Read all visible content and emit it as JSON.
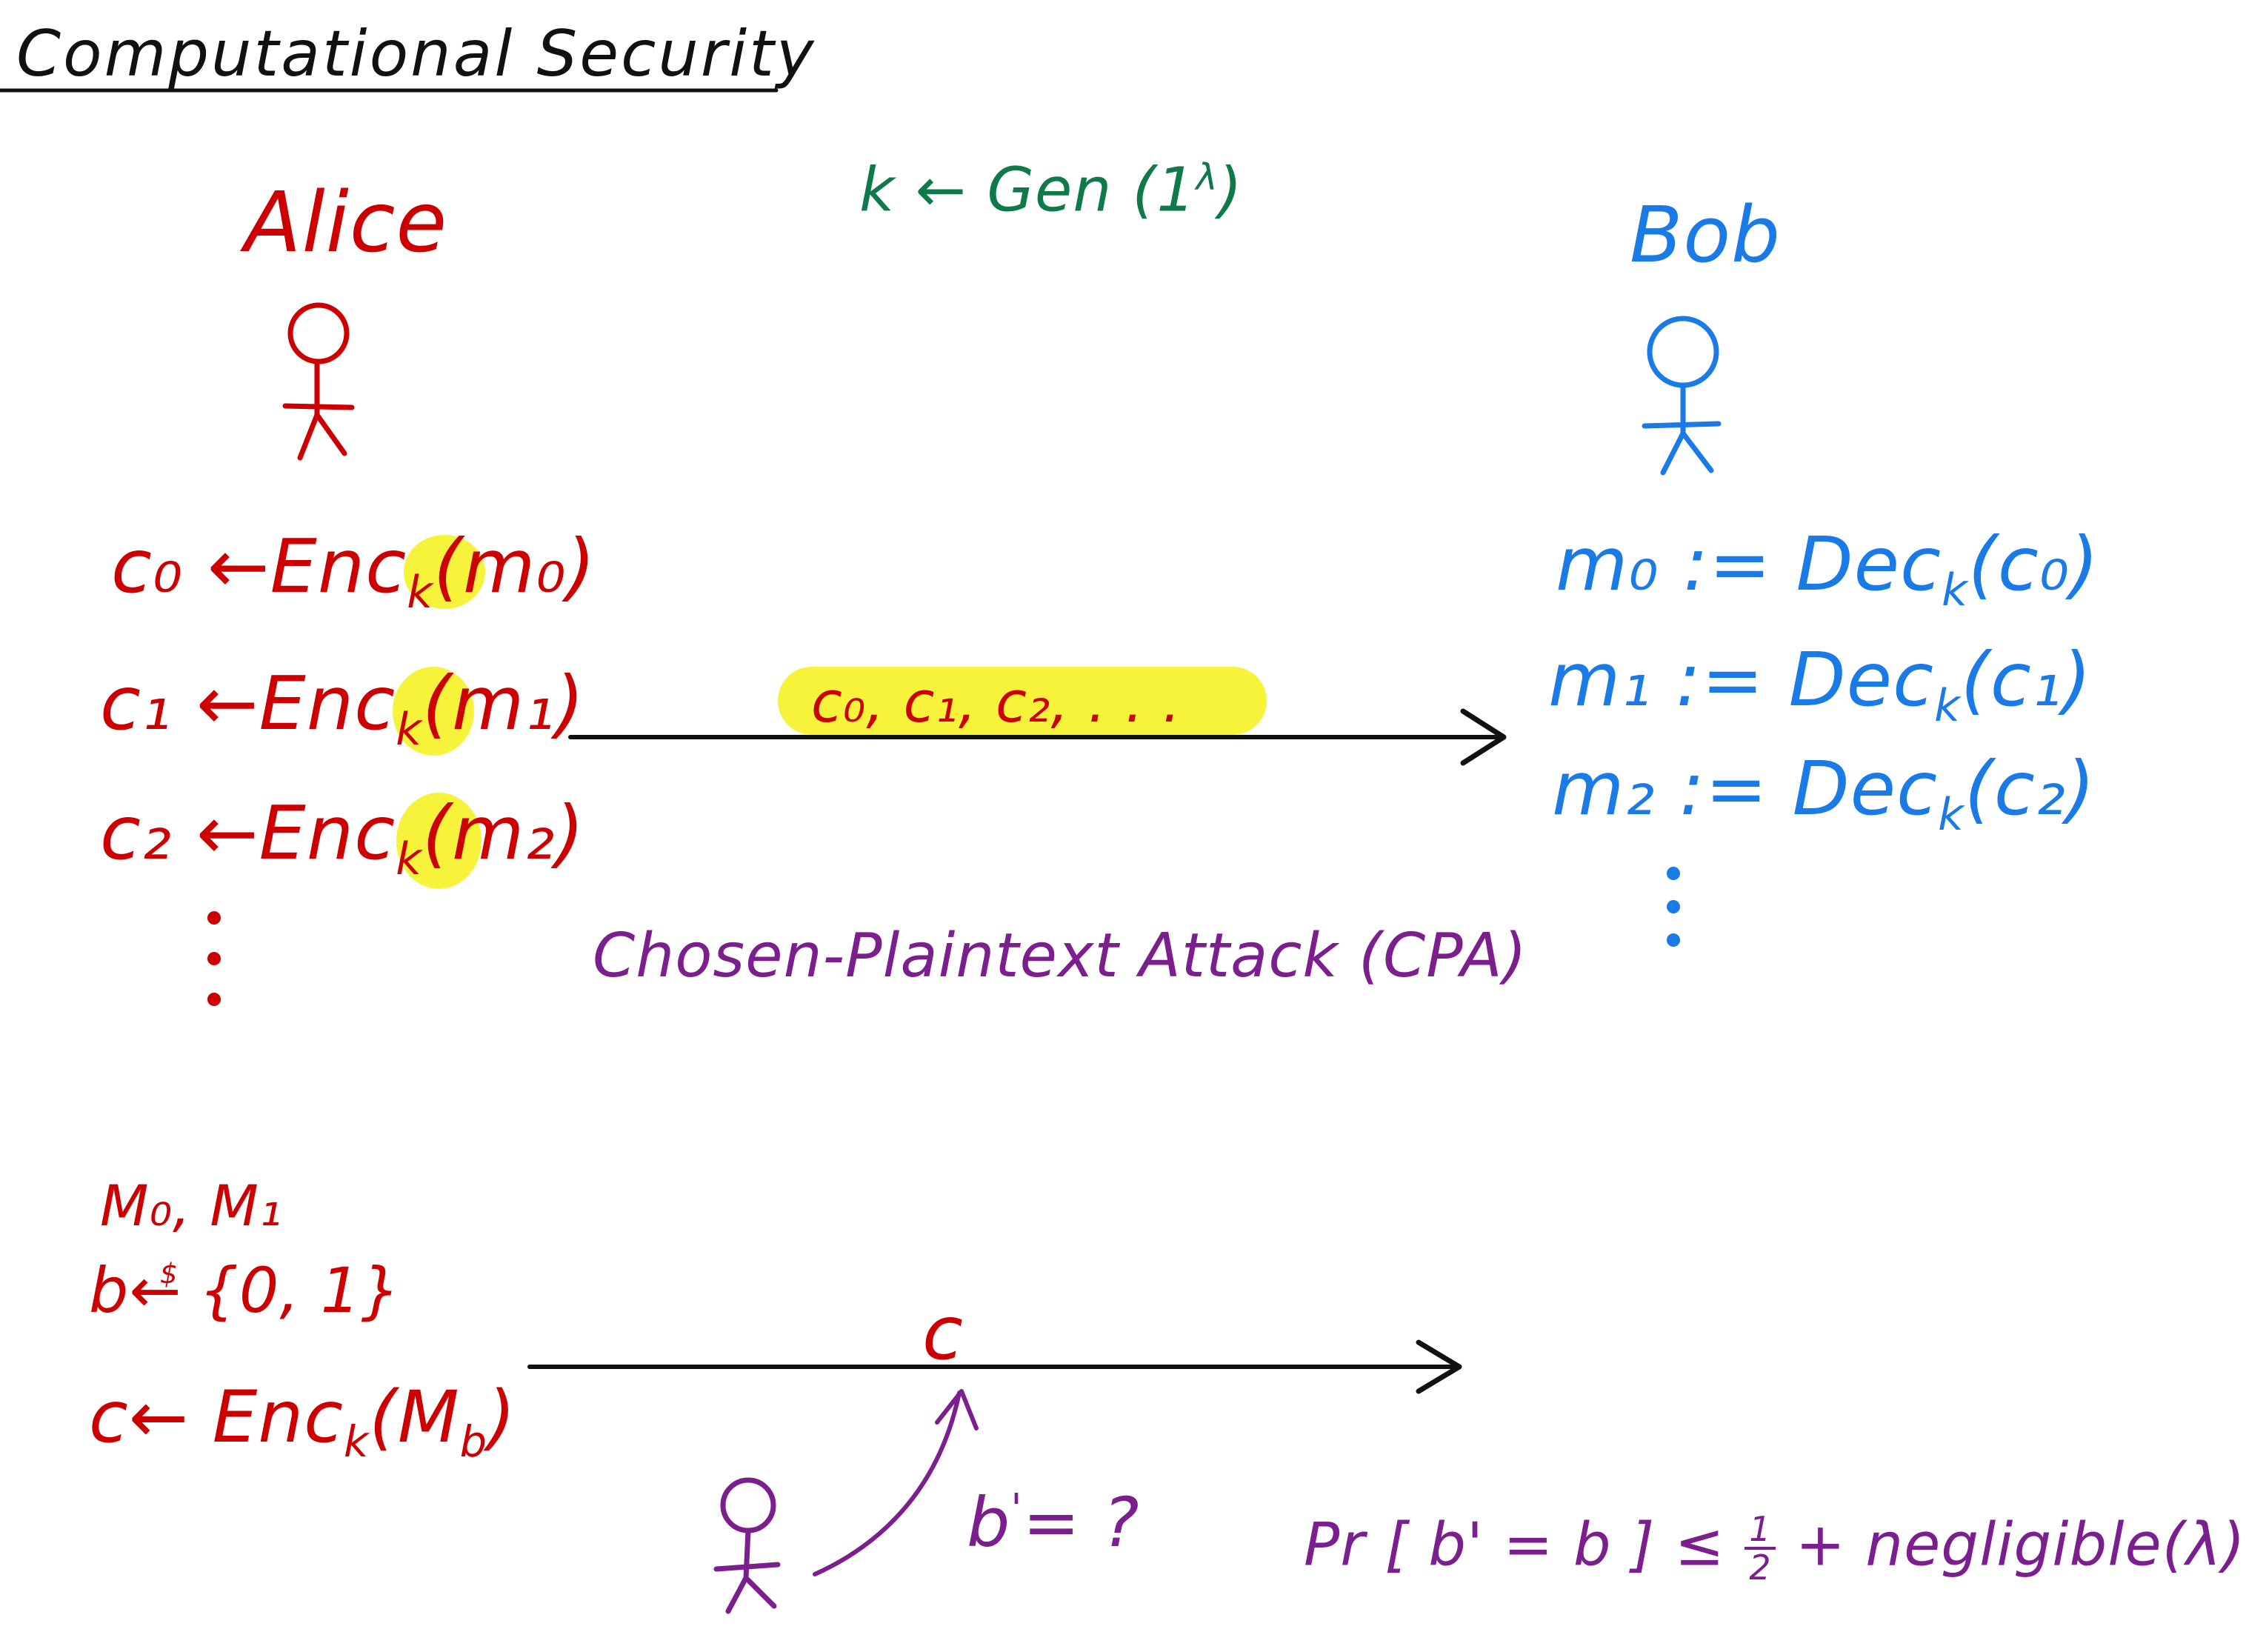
{
  "title": "Computational Security",
  "alice": {
    "label": "Alice",
    "encryptions": [
      {
        "ciphertext": "c₀",
        "arrow": "←",
        "func": "Enc",
        "key": "k",
        "message": "m₀"
      },
      {
        "ciphertext": "c₁",
        "arrow": "←",
        "func": "Enc",
        "key": "k",
        "message": "m₁"
      },
      {
        "ciphertext": "c₂",
        "arrow": "←",
        "func": "Enc",
        "key": "k",
        "message": "m₂"
      }
    ]
  },
  "keygen": "k ← Gen (1^λ)",
  "keygen_parts": {
    "prefix": "k ← Gen (1",
    "sup": "λ",
    "suffix": ")"
  },
  "channel_label": "c₀,  c₁,  c₂,  . . .",
  "bob": {
    "label": "Bob",
    "decryptions": [
      {
        "message": "m₀",
        "assign": ":=",
        "func": "Dec",
        "key": "k",
        "ciphertext": "c₀"
      },
      {
        "message": "m₁",
        "assign": ":=",
        "func": "Dec",
        "key": "k",
        "ciphertext": "c₁"
      },
      {
        "message": "m₂",
        "assign": ":=",
        "func": "Dec",
        "key": "k",
        "ciphertext": "c₂"
      }
    ]
  },
  "attack_label": "Chosen-Plaintext Attack (CPA)",
  "game": {
    "messages": "M₀, M₁",
    "bit_sample": "b ←$ {0, 1}",
    "bit_parts": {
      "b": "b",
      "arrow": "←",
      "dollar": "$",
      "set": "{0, 1}"
    },
    "challenge": {
      "ciphertext": "c",
      "arrow": "←",
      "func": "Enc",
      "key": "k",
      "message": "M",
      "message_sub": "b"
    },
    "challenge_label": "c",
    "guess": "b' = ?",
    "guess_parts": {
      "b": "b",
      "prime": "'",
      "rest": "= ?"
    },
    "probability": "Pr [b' = b] ≤ 1/2 + negligible(λ)",
    "probability_parts": {
      "lhs": "Pr [ b' = b ] ≤",
      "num": "1",
      "den": "2",
      "rhs": "+ negligible(λ)"
    }
  },
  "colors": {
    "alice": "#cc0000",
    "bob": "#1a7ae6",
    "keygen": "#0e7a4a",
    "adversary": "#7b1f8f",
    "highlight": "#f7f23a",
    "ink": "#111111"
  },
  "icons": [
    "alice-stick-figure",
    "bob-stick-figure",
    "adversary-stick-figure",
    "arrow-right",
    "curved-arrow"
  ]
}
